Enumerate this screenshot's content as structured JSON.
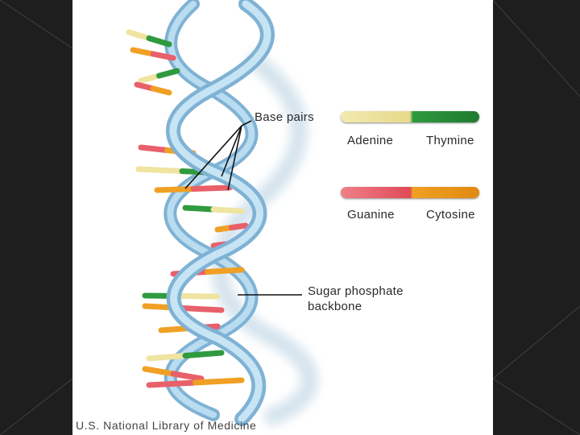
{
  "labels": {
    "base_pairs": "Base pairs",
    "backbone_line1": "Sugar phosphate",
    "backbone_line2": "backbone"
  },
  "legend": {
    "pair1": {
      "left": "Adenine",
      "right": "Thymine"
    },
    "pair2": {
      "left": "Guanine",
      "right": "Cytosine"
    }
  },
  "credit": "U.S. National Library of Medicine",
  "colors": {
    "adenine": "#efe4a0",
    "thymine": "#2f9a3f",
    "guanine": "#e8606a",
    "cytosine": "#f0a024",
    "backbone": "#9fcbe6",
    "background": "#1e1e1e"
  }
}
